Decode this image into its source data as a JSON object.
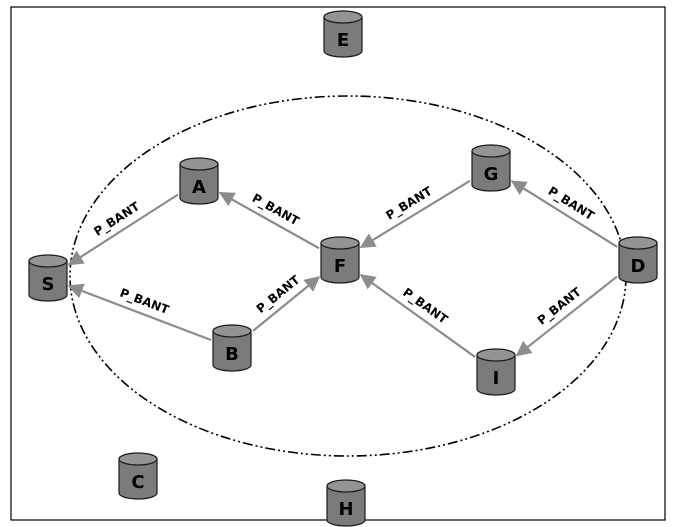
{
  "diagram": {
    "colors": {
      "node_fill": "#7b7b7b",
      "node_top": "#949494",
      "node_stroke": "#1a1a1a",
      "edge": "#8c8c8c",
      "ellipse": "#000000",
      "frame": "#000000"
    },
    "nodes": [
      {
        "id": "S",
        "label": "S"
      },
      {
        "id": "A",
        "label": "A"
      },
      {
        "id": "B",
        "label": "B"
      },
      {
        "id": "C",
        "label": "C"
      },
      {
        "id": "D",
        "label": "D"
      },
      {
        "id": "E",
        "label": "E"
      },
      {
        "id": "F",
        "label": "F"
      },
      {
        "id": "G",
        "label": "G"
      },
      {
        "id": "H",
        "label": "H"
      },
      {
        "id": "I",
        "label": "I"
      }
    ],
    "edges": [
      {
        "from": "A",
        "to": "S",
        "label": "P_BANT"
      },
      {
        "from": "F",
        "to": "A",
        "label": "P_BANT"
      },
      {
        "from": "B",
        "to": "S",
        "label": "P_BANT"
      },
      {
        "from": "B",
        "to": "F",
        "label": "P_BANT"
      },
      {
        "from": "G",
        "to": "F",
        "label": "P_BANT"
      },
      {
        "from": "D",
        "to": "G",
        "label": "P_BANT"
      },
      {
        "from": "I",
        "to": "F",
        "label": "P_BANT"
      },
      {
        "from": "D",
        "to": "I",
        "label": "P_BANT"
      }
    ]
  }
}
